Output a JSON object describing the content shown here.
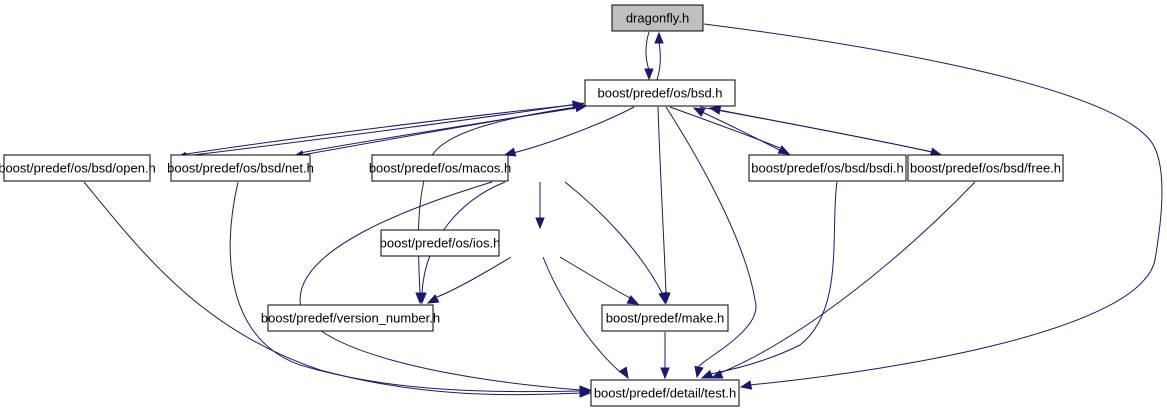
{
  "title": "dragonfly.h include dependency graph",
  "colors": {
    "edge": "#191970",
    "root_fill": "#bfbfbf",
    "node_fill": "#ffffff",
    "border": "#000000"
  },
  "nodes": [
    {
      "id": "dragonfly",
      "label": "dragonfly.h",
      "root": true
    },
    {
      "id": "bsd",
      "label": "boost/predef/os/bsd.h"
    },
    {
      "id": "open",
      "label": "boost/predef/os/bsd/open.h"
    },
    {
      "id": "net",
      "label": "boost/predef/os/bsd/net.h"
    },
    {
      "id": "macos",
      "label": "boost/predef/os/macos.h"
    },
    {
      "id": "bsdi",
      "label": "boost/predef/os/bsd/bsdi.h"
    },
    {
      "id": "free",
      "label": "boost/predef/os/bsd/free.h"
    },
    {
      "id": "ios",
      "label": "boost/predef/os/ios.h"
    },
    {
      "id": "version_number",
      "label": "boost/predef/version_number.h"
    },
    {
      "id": "make",
      "label": "boost/predef/make.h"
    },
    {
      "id": "test",
      "label": "boost/predef/detail/test.h"
    }
  ],
  "edges": [
    {
      "from": "dragonfly",
      "to": "bsd"
    },
    {
      "from": "dragonfly",
      "to": "test"
    },
    {
      "from": "bsd",
      "to": "dragonfly"
    },
    {
      "from": "bsd",
      "to": "open"
    },
    {
      "from": "bsd",
      "to": "net"
    },
    {
      "from": "bsd",
      "to": "macos"
    },
    {
      "from": "bsd",
      "to": "bsdi"
    },
    {
      "from": "bsd",
      "to": "free"
    },
    {
      "from": "bsd",
      "to": "version_number"
    },
    {
      "from": "bsd",
      "to": "make"
    },
    {
      "from": "bsd",
      "to": "test"
    },
    {
      "from": "open",
      "to": "bsd"
    },
    {
      "from": "open",
      "to": "test"
    },
    {
      "from": "net",
      "to": "bsd"
    },
    {
      "from": "net",
      "to": "test"
    },
    {
      "from": "macos",
      "to": "ios"
    },
    {
      "from": "macos",
      "to": "version_number"
    },
    {
      "from": "macos",
      "to": "make"
    },
    {
      "from": "macos",
      "to": "test"
    },
    {
      "from": "bsdi",
      "to": "bsd"
    },
    {
      "from": "bsdi",
      "to": "test"
    },
    {
      "from": "free",
      "to": "bsd"
    },
    {
      "from": "free",
      "to": "test"
    },
    {
      "from": "ios",
      "to": "version_number"
    },
    {
      "from": "ios",
      "to": "make"
    },
    {
      "from": "ios",
      "to": "test"
    },
    {
      "from": "make",
      "to": "test"
    }
  ]
}
